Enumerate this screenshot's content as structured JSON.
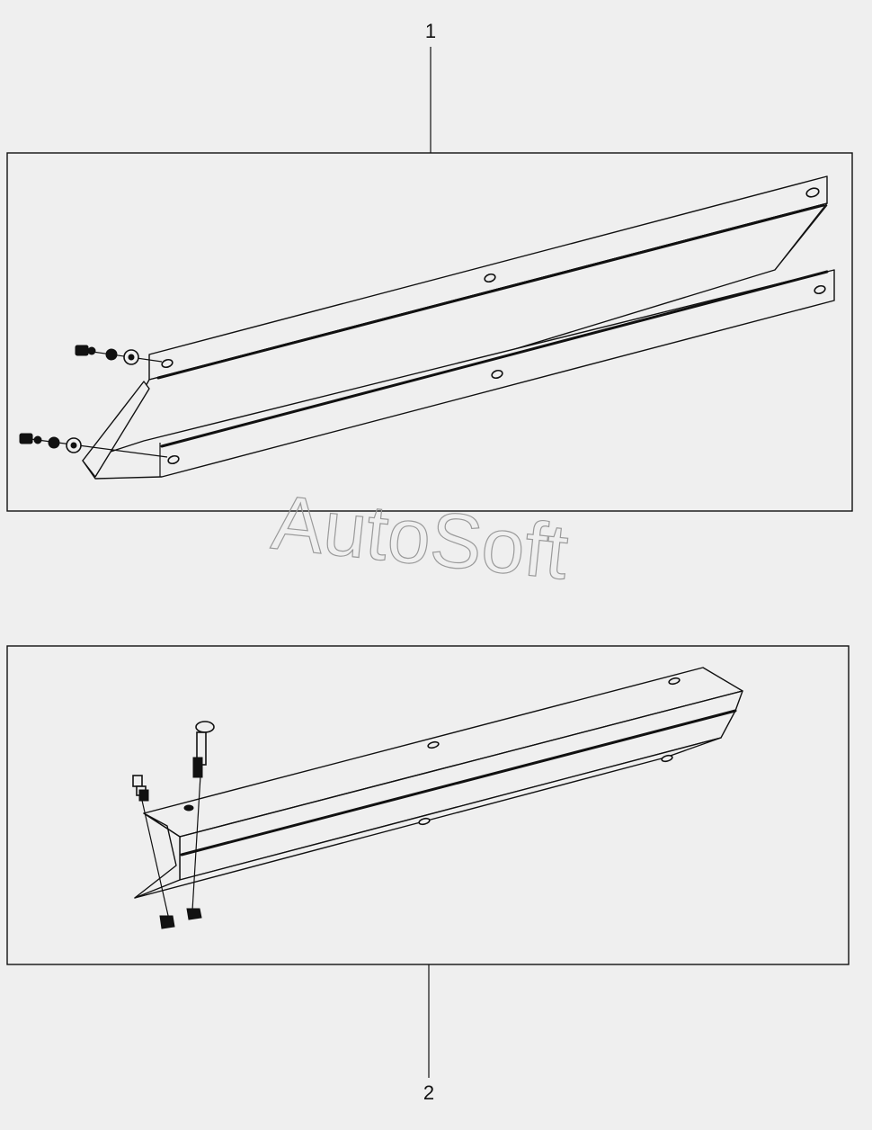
{
  "callouts": [
    {
      "id": "1",
      "label": "1"
    },
    {
      "id": "2",
      "label": "2"
    }
  ],
  "watermark": "AutoSoft",
  "colors": {
    "background": "#efefef",
    "line": "#111111",
    "watermark_stroke": "#9a9a9a"
  }
}
